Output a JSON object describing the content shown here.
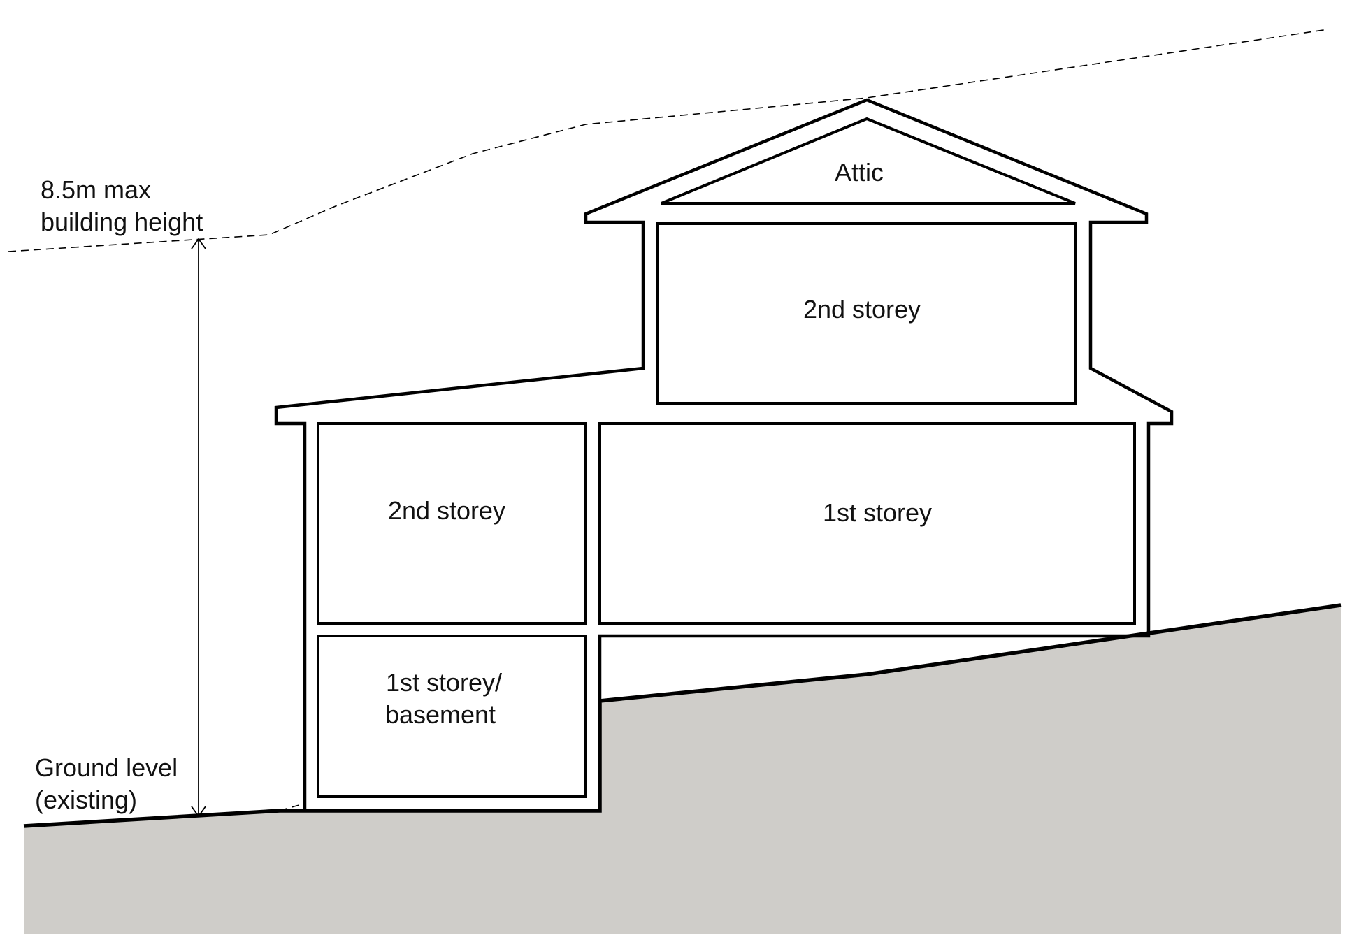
{
  "diagram": {
    "title": "Building height measurement on sloping land",
    "labels": {
      "max_height_line1": "8.5m max",
      "max_height_line2": "building height",
      "ground_line1": "Ground level",
      "ground_line2": "(existing)",
      "attic": "Attic",
      "upper_second_storey": "2nd storey",
      "left_second_storey": "2nd storey",
      "right_first_storey": "1st storey",
      "basement_line1": "1st storey/",
      "basement_line2": "basement"
    },
    "colors": {
      "ground_fill": "#cfcdc9",
      "line": "#000000",
      "background": "#ffffff"
    }
  }
}
